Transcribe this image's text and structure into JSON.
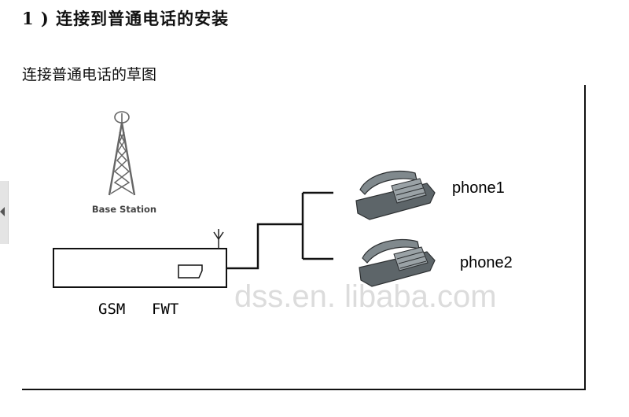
{
  "heading": "1 ) 连接到普通电话的安装",
  "subheading": "连接普通电话的草图",
  "diagram": {
    "base_station_label": "Base Station",
    "phones": [
      {
        "label": "phone1"
      },
      {
        "label": "phone2"
      }
    ],
    "device_labels": [
      "GSM",
      "FWT"
    ],
    "watermark_text": "dss.en. libaba.com"
  }
}
